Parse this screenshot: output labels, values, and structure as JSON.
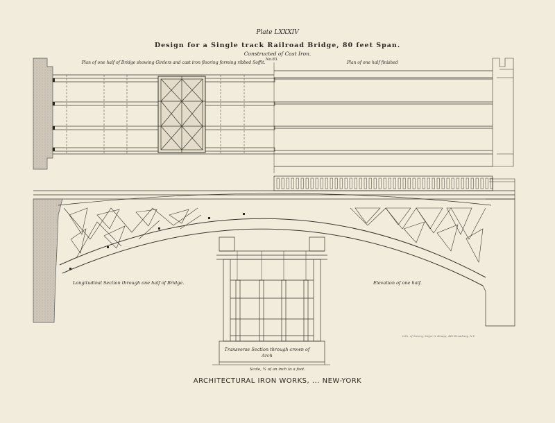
{
  "plate": "Plate LXXXIV",
  "title": "Design for a Single track Railroad Bridge,   80 feet Span.",
  "subtitle": "Constructed of Cast Iron.",
  "plate_number": "No.83.",
  "labels": {
    "plan_half": "Plan of one half of Bridge showing Girders and cast iron flooring forming ribbed Soffit.",
    "plan_finished": "Plan of one half finished",
    "longitudinal": "Longitudinal Section through one half of Bridge.",
    "elevation": "Elevation of one half.",
    "transverse": "Transverse Section through crown of Arch",
    "scale": "Scale, ¼ of an inch to a foot.",
    "engraver": "Lith. of Sarony, Major & Knapp, 449 Broadway, N.Y."
  },
  "footer": "ARCHITECTURAL IRON WORKS, ... NEW-YORK",
  "colors": {
    "paper": "#f2ecdd",
    "ink": "#2a2620",
    "stone": "#c9c2b4"
  }
}
